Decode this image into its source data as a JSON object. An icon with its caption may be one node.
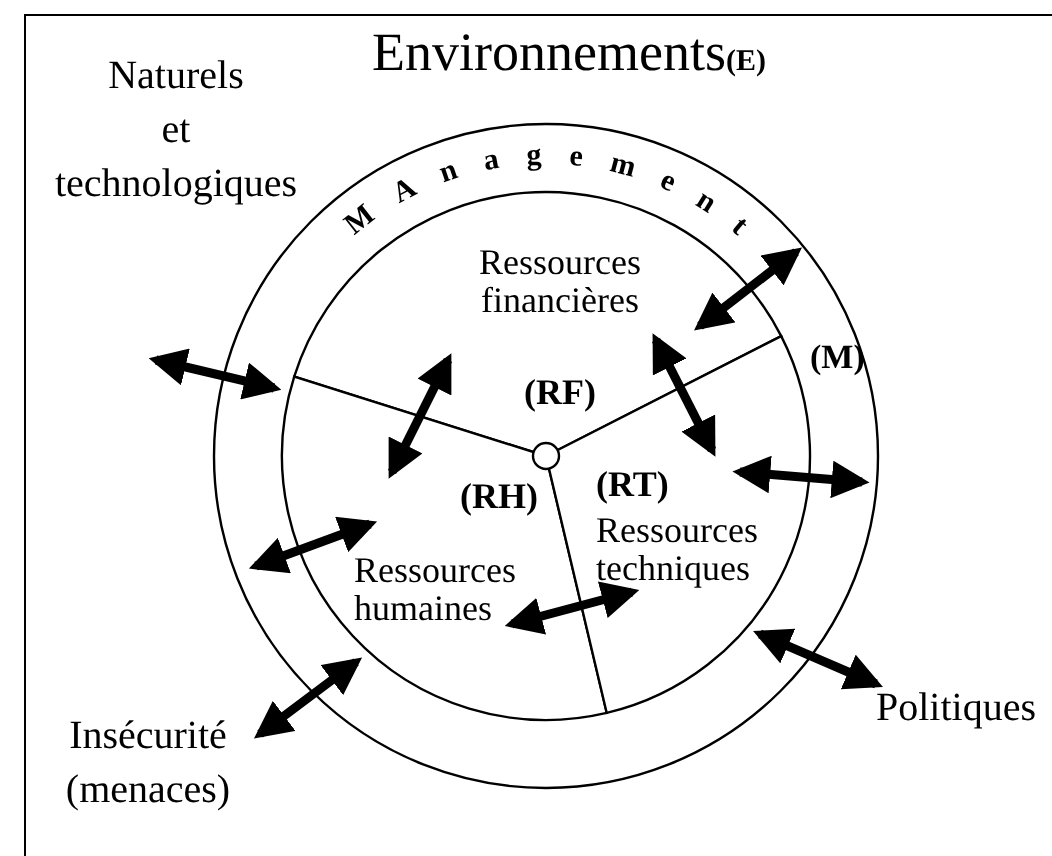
{
  "diagram": {
    "title": "Environnements**(E)**",
    "nodes": [
      {
        "text": [
          "MAnagement",
          "(M)"
        ]
      },
      {
        "text": [
          "Ressources financières",
          "(RF)"
        ],
        "in": 0
      },
      {
        "text": [
          "(RH)",
          "Ressources humaines"
        ],
        "in": 0
      },
      {
        "text": [
          "(RT)",
          "Ressources techniques"
        ],
        "in": 0
      },
      {
        "text": [
          "Naturels et technologiques"
        ]
      },
      {
        "text": [
          "Insécurité (menaces)"
        ]
      },
      {
        "text": [
          "Politiques"
        ]
      }
    ],
    "edges": [
      {
        "from": null,
        "to": 0,
        "arrow": "both"
      },
      {
        "from": 1,
        "to": 0,
        "arrow": "both"
      },
      {
        "from": 1,
        "to": 2,
        "arrow": "both"
      },
      {
        "from": 1,
        "to": 3,
        "arrow": "both"
      },
      {
        "from": 3,
        "to": 0,
        "arrow": "both"
      },
      {
        "from": 2,
        "to": 0,
        "arrow": "both"
      },
      {
        "from": 2,
        "to": 3,
        "arrow": "both"
      },
      {
        "from": 5,
        "to": 0,
        "arrow": "both"
      },
      {
        "from": 6,
        "to": 0,
        "arrow": "both"
      }
    ]
  }
}
